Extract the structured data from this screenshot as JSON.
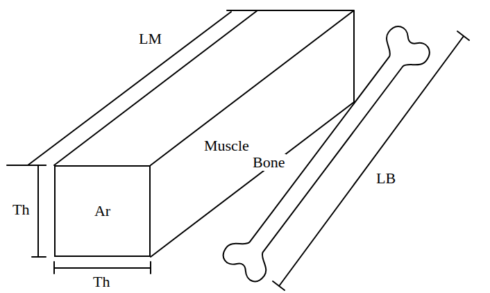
{
  "diagram": {
    "nodes": [
      {
        "text": [
          "Ar"
        ]
      }
    ],
    "labels": [
      "LM",
      "Th",
      "Th",
      "Muscle",
      "Bone",
      "LB"
    ]
  }
}
